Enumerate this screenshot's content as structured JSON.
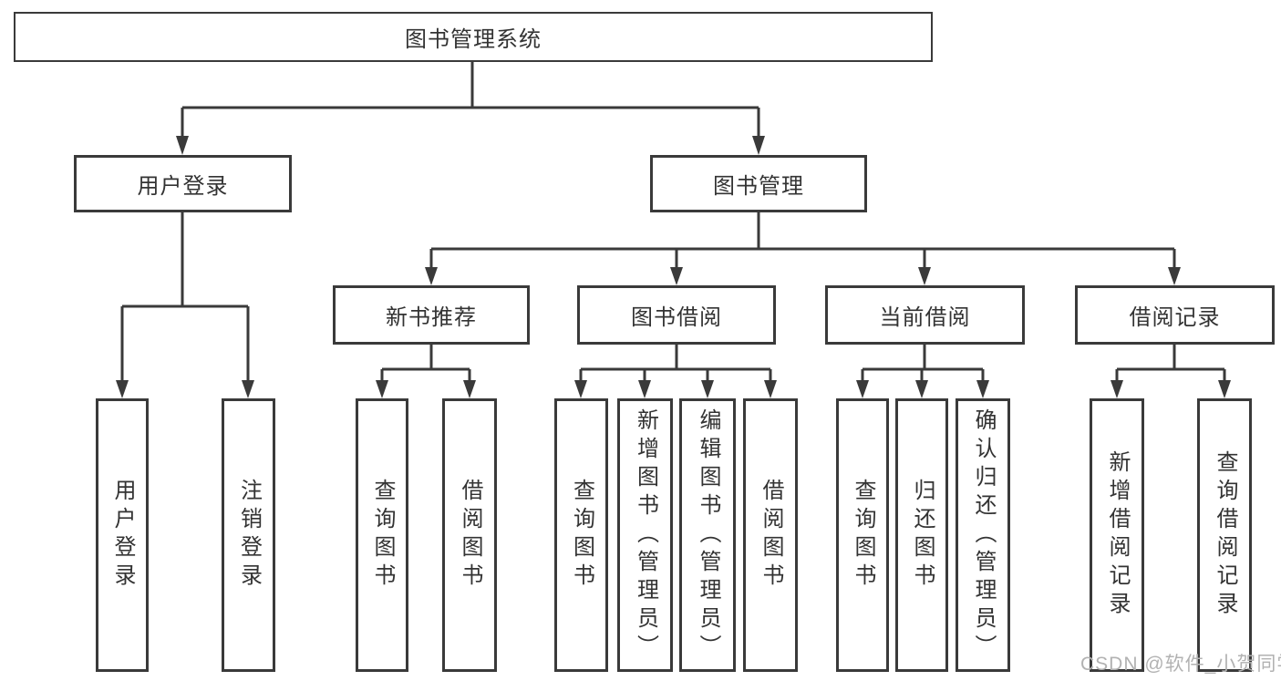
{
  "diagram": {
    "root": "图书管理系统",
    "branches": [
      {
        "label": "用户登录",
        "children": [
          {
            "label": "用户登录"
          },
          {
            "label": "注销登录"
          }
        ]
      },
      {
        "label": "图书管理",
        "children": [
          {
            "label": "新书推荐",
            "children": [
              {
                "label": "查询图书"
              },
              {
                "label": "借阅图书"
              }
            ]
          },
          {
            "label": "图书借阅",
            "children": [
              {
                "label": "查询图书"
              },
              {
                "label": "新增图书（管理员）"
              },
              {
                "label": "编辑图书（管理员）"
              },
              {
                "label": "借阅图书"
              }
            ]
          },
          {
            "label": "当前借阅",
            "children": [
              {
                "label": "查询图书"
              },
              {
                "label": "归还图书"
              },
              {
                "label": "确认归还（管理员）"
              }
            ]
          },
          {
            "label": "借阅记录",
            "children": [
              {
                "label": "新增借阅记录"
              },
              {
                "label": "查询借阅记录"
              }
            ]
          }
        ]
      }
    ]
  },
  "watermark": {
    "text": "CSDN @软件_小贺同学"
  },
  "colors": {
    "line": "#3a3a3a",
    "text": "#333333",
    "watermark": "#b2b2b2",
    "background": "#ffffff"
  }
}
